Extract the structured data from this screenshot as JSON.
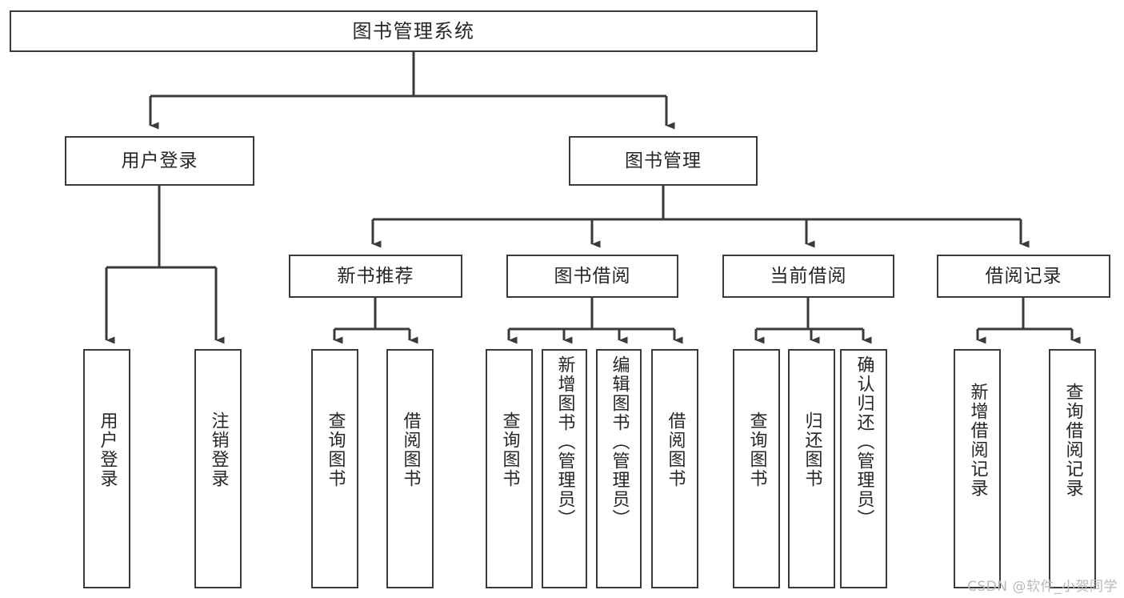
{
  "diagram": {
    "title": "图书管理系统",
    "type": "tree",
    "edge_color": "#3a3a3a",
    "node_border_color": "#3a3a3a",
    "node_fill_color": "#ffffff",
    "text_color": "#262626"
  },
  "nodes": {
    "root": {
      "label": "图书管理系统"
    },
    "level2": [
      {
        "label": "用户登录"
      },
      {
        "label": "图书管理"
      }
    ],
    "level3": [
      {
        "label": "新书推荐"
      },
      {
        "label": "图书借阅"
      },
      {
        "label": "当前借阅"
      },
      {
        "label": "借阅记录"
      }
    ],
    "leaves": {
      "user_login": [
        {
          "label": "用户登录"
        },
        {
          "label": "注销登录"
        }
      ],
      "new_book_recommend": [
        {
          "label": "查询图书"
        },
        {
          "label": "借阅图书"
        }
      ],
      "book_borrow": [
        {
          "label": "查询图书"
        },
        {
          "label": "新增图书（管理员）"
        },
        {
          "label": "编辑图书（管理员）"
        },
        {
          "label": "借阅图书"
        }
      ],
      "current_borrow": [
        {
          "label": "查询图书"
        },
        {
          "label": "归还图书"
        },
        {
          "label": "确认归还（管理员）"
        }
      ],
      "borrow_record": [
        {
          "label": "新增借阅记录"
        },
        {
          "label": "查询借阅记录"
        }
      ]
    }
  },
  "watermark": {
    "text": "CSDN @软件_小贺同学"
  }
}
